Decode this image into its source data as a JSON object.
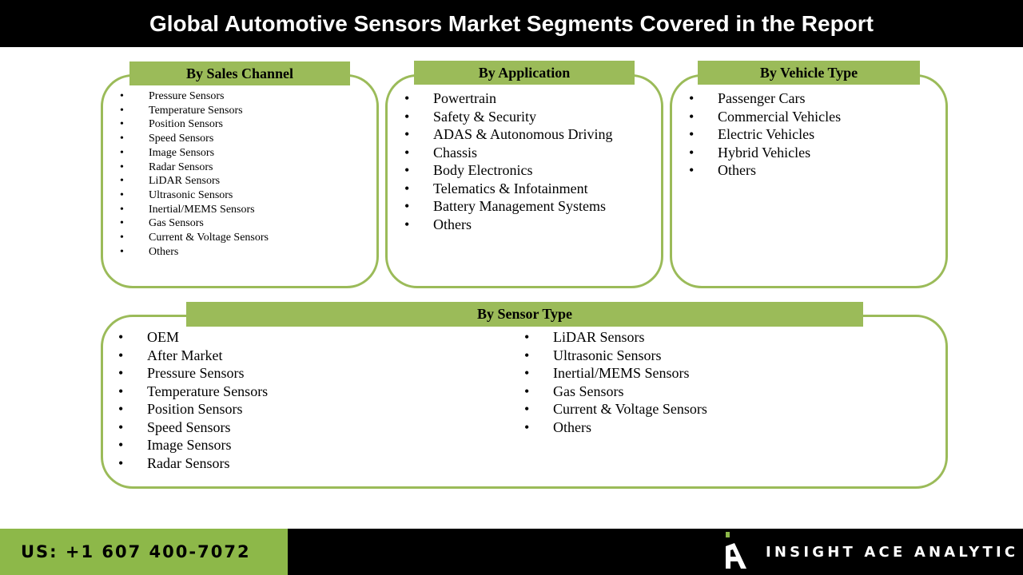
{
  "header": {
    "title": "Global Automotive Sensors Market Segments Covered in the Report"
  },
  "segments": {
    "sales_channel": {
      "title": "By Sales Channel",
      "items": [
        "Pressure Sensors",
        "Temperature Sensors",
        "Position Sensors",
        "Speed Sensors",
        "Image Sensors",
        "Radar Sensors",
        "LiDAR Sensors",
        "Ultrasonic Sensors",
        "Inertial/MEMS Sensors",
        "Gas Sensors",
        "Current & Voltage Sensors",
        "Others"
      ]
    },
    "application": {
      "title": "By Application",
      "items": [
        "Powertrain",
        "Safety & Security",
        "ADAS & Autonomous Driving",
        "Chassis",
        "Body Electronics",
        "Telematics & Infotainment",
        "Battery Management Systems",
        "Others"
      ]
    },
    "vehicle_type": {
      "title": "By Vehicle Type",
      "items": [
        "Passenger Cars",
        "Commercial Vehicles",
        "Electric Vehicles",
        "Hybrid Vehicles",
        "Others"
      ]
    },
    "sensor_type": {
      "title": "By Sensor Type",
      "items_left": [
        "OEM",
        "After Market",
        "Pressure Sensors",
        "Temperature Sensors",
        "Position Sensors",
        "Speed Sensors",
        "Image Sensors",
        "Radar Sensors"
      ],
      "items_right": [
        "LiDAR Sensors",
        "Ultrasonic Sensors",
        "Inertial/MEMS Sensors",
        "Gas Sensors",
        "Current & Voltage Sensors",
        "Others"
      ]
    }
  },
  "footer": {
    "phone": "US: +1 607 400-7072",
    "brand": "INSIGHT ACE ANALYTIC",
    "logo_icon": "insight-ace-logo-icon"
  },
  "colors": {
    "accent_green": "#9bbb59",
    "footer_green": "#8db849",
    "header_bg": "#000000"
  }
}
